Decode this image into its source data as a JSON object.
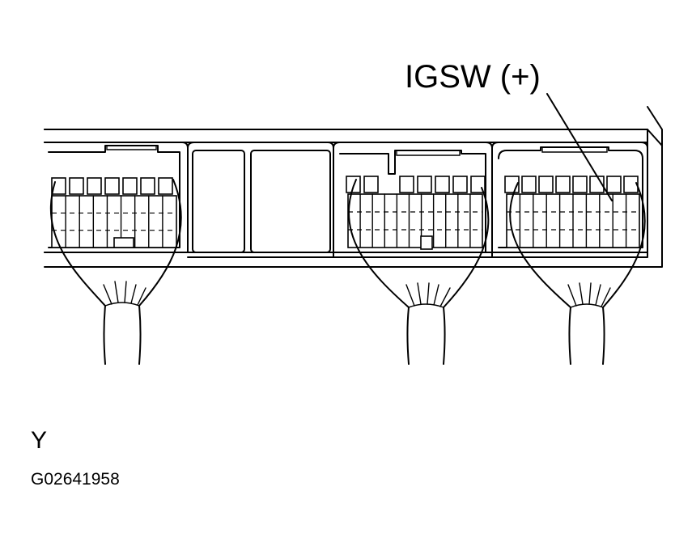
{
  "callout": {
    "label": "IGSW (+)"
  },
  "view": {
    "label": "Y"
  },
  "figure": {
    "code": "G02641958"
  },
  "colors": {
    "ink": "#000000",
    "paper": "#ffffff"
  }
}
